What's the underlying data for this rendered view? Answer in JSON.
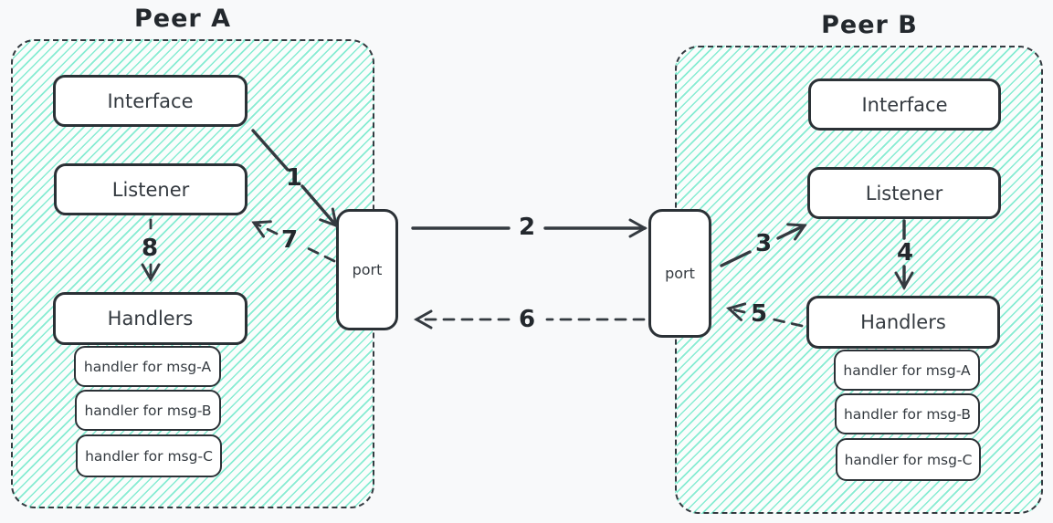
{
  "peers": [
    {
      "title": "Peer A",
      "interface_label": "Interface",
      "listener_label": "Listener",
      "handlers_label": "Handlers",
      "handler_items": [
        "handler for msg-A",
        "handler for msg-B",
        "handler for msg-C"
      ],
      "port_label": "port"
    },
    {
      "title": "Peer B",
      "interface_label": "Interface",
      "listener_label": "Listener",
      "handlers_label": "Handlers",
      "handler_items": [
        "handler for msg-A",
        "handler for msg-B",
        "handler for msg-C"
      ],
      "port_label": "port"
    }
  ],
  "arrows": [
    {
      "label": "1",
      "style": "solid",
      "from": "peer-a-interface",
      "to": "peer-a-port"
    },
    {
      "label": "2",
      "style": "solid",
      "from": "peer-a-port",
      "to": "peer-b-port"
    },
    {
      "label": "3",
      "style": "solid",
      "from": "peer-b-port",
      "to": "peer-b-listener"
    },
    {
      "label": "4",
      "style": "solid",
      "from": "peer-b-listener",
      "to": "peer-b-handlers"
    },
    {
      "label": "5",
      "style": "dashed",
      "from": "peer-b-handlers",
      "to": "peer-b-port"
    },
    {
      "label": "6",
      "style": "dashed",
      "from": "peer-b-port",
      "to": "peer-a-port"
    },
    {
      "label": "7",
      "style": "dashed",
      "from": "peer-a-port",
      "to": "peer-a-listener"
    },
    {
      "label": "8",
      "style": "dashed",
      "from": "peer-a-listener",
      "to": "peer-a-handlers"
    }
  ],
  "colors": {
    "background": "#f8f9fa",
    "stroke": "#343a40",
    "hatch": "#86ecd2",
    "box_fill": "#ffffff"
  }
}
